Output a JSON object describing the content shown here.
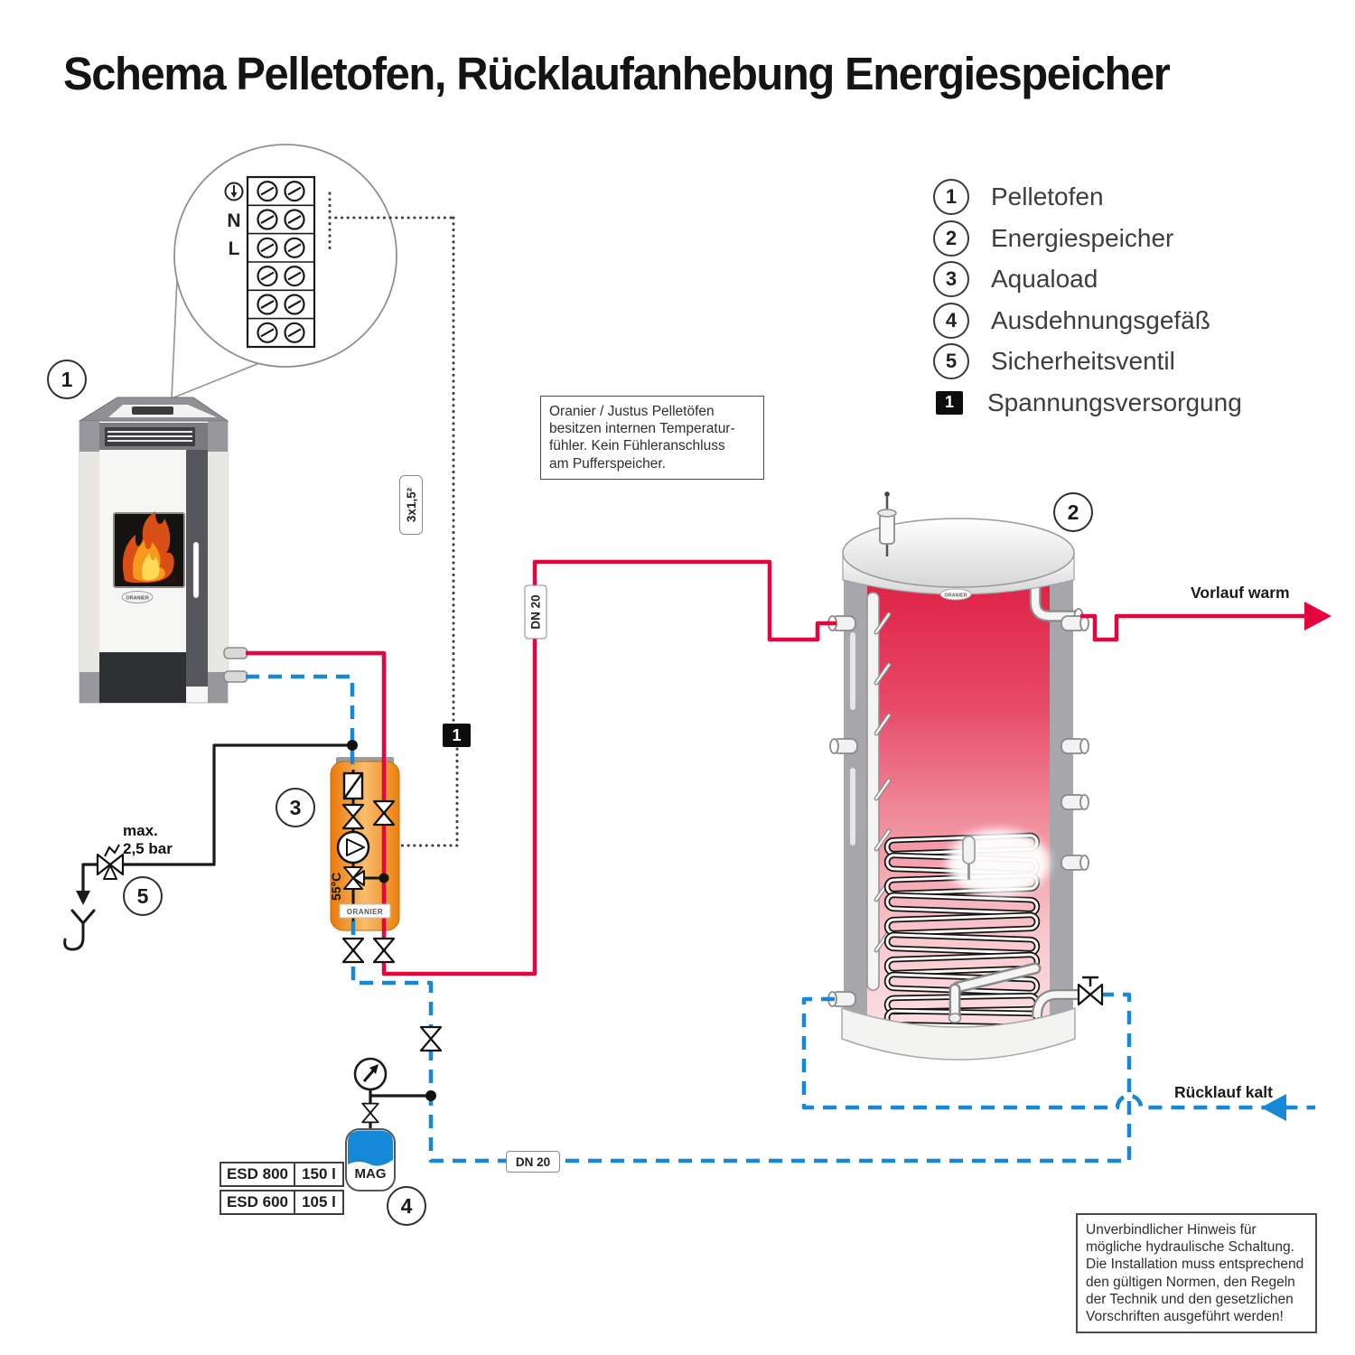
{
  "title": "Schema Pelletofen, Rücklaufanhebung Energiespeicher",
  "legend": {
    "items": [
      {
        "num": "1",
        "label": "Pelletofen"
      },
      {
        "num": "2",
        "label": "Energiespeicher"
      },
      {
        "num": "3",
        "label": "Aquaload"
      },
      {
        "num": "4",
        "label": "Ausdehnungsgefäß"
      },
      {
        "num": "5",
        "label": "Sicherheitsventil"
      }
    ],
    "power": {
      "num": "1",
      "label": "Spannungsversorgung"
    }
  },
  "markers": {
    "stove": "1",
    "tank": "2",
    "aquaload": "3",
    "mag": "4",
    "safety": "5",
    "power": "1"
  },
  "labels": {
    "vorlauf": "Vorlauf warm",
    "ruecklauf": "Rücklauf kalt",
    "dn20_supply": "DN 20",
    "dn20_return": "DN 20",
    "cable": "3x1,5²",
    "max_pressure": "max.\n2,5 bar",
    "mix_temp": "55°C",
    "mag": "MAG",
    "brand_stove": "ORANIER",
    "brand_tank": "ORANIER",
    "brand_aquaload": "ORANIER",
    "terminal": {
      "neutral": "N",
      "line": "L"
    }
  },
  "esd": {
    "rows": [
      {
        "model": "ESD 800",
        "volume": "150 l"
      },
      {
        "model": "ESD 600",
        "volume": "105 l"
      }
    ]
  },
  "notes": {
    "sensor": "Oranier / Justus Pelletöfen\nbesitzen internen Temperatur-\nfühler. Kein Fühleranschluss\nam Pufferspeicher.",
    "disclaimer": "Unverbindlicher Hinweis für\nmögliche hydraulische Schaltung.\nDie Installation muss entsprechend\nden gültigen Normen, den Regeln\nder Technik und den gesetzlichen\nVorschriften ausgeführt werden!"
  },
  "colors": {
    "supply_red": "#e4053f",
    "return_blue": "#1787d8",
    "aquaload_orange": "#f08418",
    "tank_hot_red": "#e02347",
    "line_black": "#1a1a1a"
  }
}
